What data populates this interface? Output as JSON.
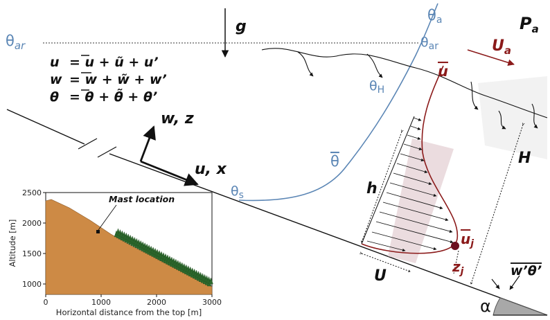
{
  "labels": {
    "g": "g",
    "theta_a": "θ",
    "theta_a_sub": "a",
    "P_a": "P",
    "P_a_sub": "a",
    "theta_ar_left": "θ",
    "theta_ar_left_sub": "ar",
    "theta_ar_right": "θ",
    "theta_ar_right_sub": "ar",
    "U_a": "U",
    "U_a_sub": "a",
    "u_bar": "u",
    "theta_H": "θ",
    "theta_H_sub": "H",
    "theta_bar": "θ",
    "theta_s": "θ",
    "theta_s_sub": "s",
    "w_z": "w, z",
    "u_x": "u, x",
    "h": "h",
    "H": "H",
    "U": "U",
    "u_j": "u",
    "u_j_sub": "j",
    "z_j": "z",
    "z_j_sub": "j",
    "alpha": "α",
    "flux": "w’θ’"
  },
  "equations": {
    "u_lhs": "u",
    "u_rhs": "= u + ũ + u’",
    "w_lhs": "w",
    "w_rhs": "= w + w̃ + w’",
    "theta_lhs": "θ",
    "theta_rhs": "= θ + θ̃ + θ’"
  },
  "inset": {
    "annotation": "Mast location",
    "xlabel": "Horizontal distance from the top [m]",
    "ylabel": "Altitude [m]",
    "x_ticks": [
      "0",
      "1000",
      "2000",
      "3000"
    ],
    "y_ticks": [
      "1000",
      "1500",
      "2000",
      "2500"
    ],
    "x_range": [
      0,
      3000
    ],
    "y_range": [
      900,
      2500
    ],
    "terrain_color": "#cd8a45",
    "tree_color": "#2e6b2e"
  },
  "colors": {
    "theta": "#5b86b5",
    "wind": "#8b1a1a",
    "shade": "#e8d6d9"
  }
}
